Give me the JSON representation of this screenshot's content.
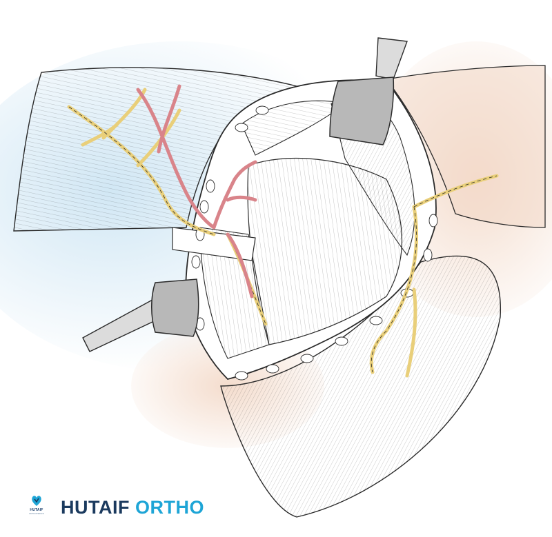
{
  "branding": {
    "logo_name": "HUTAIF",
    "logo_tagline": "ORTHOPEDICS",
    "wordmark_primary": "HUTAIF",
    "wordmark_secondary": "ORTHO",
    "primary_color": "#1b3a5e",
    "secondary_color": "#1ea5d6"
  },
  "illustration": {
    "icon": "surgical-exposure-illustration",
    "colors": {
      "background_wash": "#cfe6f4",
      "skin": "#f3d9c8",
      "muscle_outline": "#2a2a2a",
      "nerve": "#e9cf7a",
      "artery": "#d9848a",
      "retractor": "#b8b8b8"
    }
  }
}
